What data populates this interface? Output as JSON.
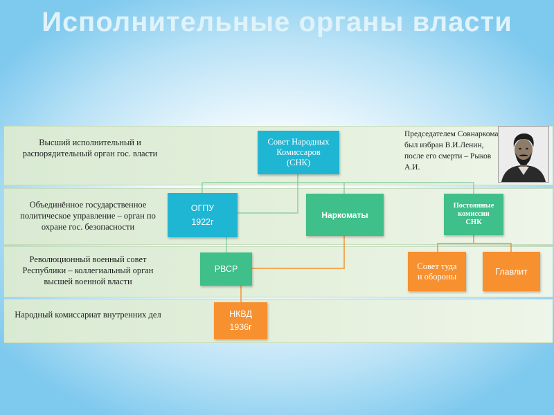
{
  "title": "Исполнительные органы власти",
  "bands": [
    {
      "label": "Высший исполнительный и распорядительный орган гос. власти"
    },
    {
      "label": "Объединённое государственное политическое управление – орган по охране гос. безопасности"
    },
    {
      "label": "Революционный военный совет Республики – коллегиальный орган высшей военной власти"
    },
    {
      "label": "Народный комиссариат внутренних дел"
    }
  ],
  "boxes": {
    "snk": [
      "Совет Народных",
      "Комиссаров",
      "(СНК)"
    ],
    "ogpu": [
      "ОГПУ",
      "1922г"
    ],
    "narkomaty": [
      "Наркоматы"
    ],
    "postoyannye": [
      "Постоянные",
      "комиссии",
      "СНК"
    ],
    "rvsr": [
      "РВСР"
    ],
    "sovet_truda": [
      "Совет туда",
      "и обороны"
    ],
    "glavlit": [
      "Главлит"
    ],
    "nkvd": [
      "НКВД",
      "1936г"
    ]
  },
  "note": {
    "text": "Председателем Совнаркома был избран В.И.Ленин, после его смерти – Рыков А.И."
  },
  "colors": {
    "blue": "#1fb6d4",
    "green": "#3fbf89",
    "orange": "#f7902f",
    "band": "#d9ead3"
  },
  "icons": {
    "portrait": "portrait-photo"
  }
}
